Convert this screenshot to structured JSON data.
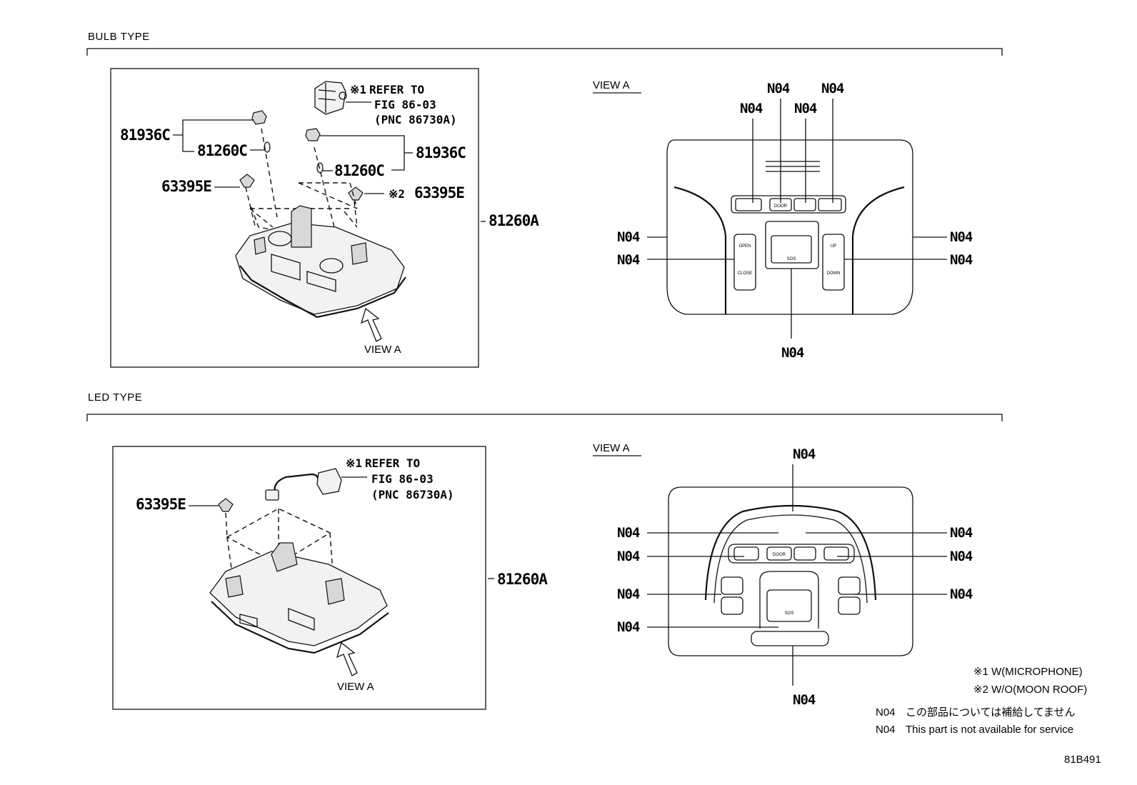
{
  "sections": {
    "bulb_title": "BULB TYPE",
    "led_title": "LED TYPE"
  },
  "bulb": {
    "parts": {
      "p81936C_left": "81936C",
      "p81260C_left": "81260C",
      "p81936C_right": "81936C",
      "p81260C_right": "81260C",
      "p63395E_left": "63395E",
      "p63395E_right": "63395E",
      "p81260A": "81260A"
    },
    "ref": {
      "mark": "※1",
      "line1": "REFER TO",
      "line2": "FIG 86-03",
      "line3": "(PNC 86730A)"
    },
    "note2_mark": "※2",
    "view_arrow_label": "VIEW A"
  },
  "led": {
    "parts": {
      "p63395E": "63395E",
      "p81260A": "81260A"
    },
    "ref": {
      "mark": "※1",
      "line1": "REFER TO",
      "line2": "FIG 86-03",
      "line3": "(PNC 86730A)"
    },
    "view_arrow_label": "VIEW A"
  },
  "view_a_top": {
    "title": "VIEW A",
    "n04": "N04",
    "buttons": {
      "door": "DOOR",
      "open": "OPEN",
      "close": "CLOSE",
      "up": "UP",
      "down": "DOWN",
      "sos": "SOS"
    }
  },
  "view_a_bottom": {
    "title": "VIEW A",
    "n04": "N04",
    "buttons": {
      "door": "DOOR",
      "sos": "SOS"
    }
  },
  "legend": {
    "note1": "※1 W(MICROPHONE)",
    "note2": "※2 W/O(MOON ROOF)",
    "n04_code": "N04",
    "n04_jp": "この部品については補給してません",
    "n04_en": "This part is not available for service"
  },
  "figure_code": "81B491"
}
